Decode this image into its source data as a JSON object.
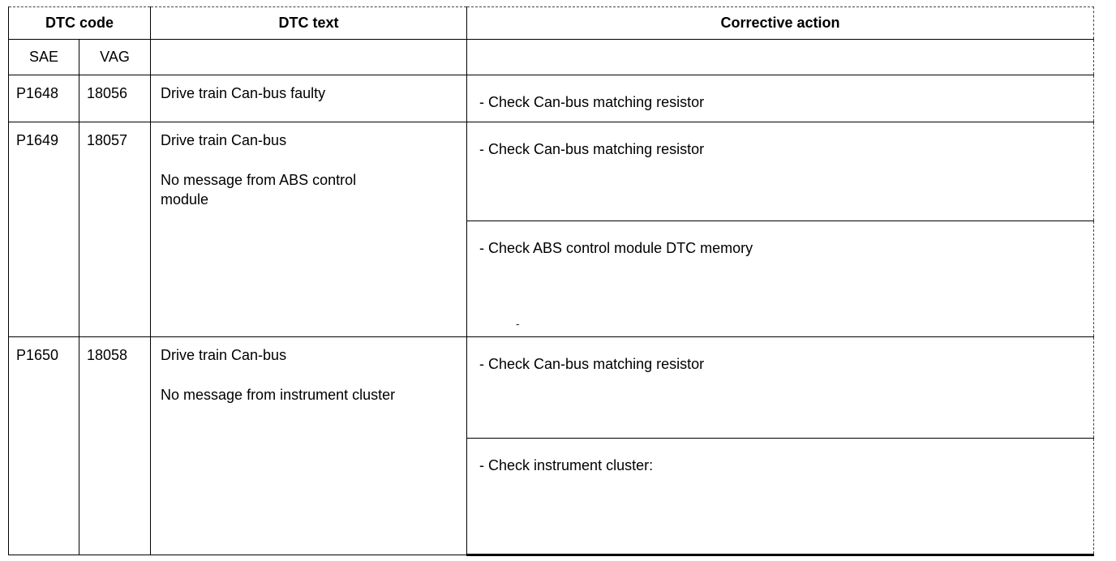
{
  "table": {
    "headers": {
      "dtc_code": "DTC code",
      "sae": "SAE",
      "vag": "VAG",
      "dtc_text": "DTC text",
      "corrective_action": "Corrective action"
    },
    "rows": [
      {
        "sae": "P1648",
        "vag": "18056",
        "text_lines": [
          "Drive train Can-bus faulty"
        ],
        "actions": [
          "- Check Can-bus matching resistor"
        ]
      },
      {
        "sae": "P1649",
        "vag": "18057",
        "text_lines": [
          "Drive train Can-bus",
          "No message from ABS control module"
        ],
        "actions": [
          "- Check Can-bus matching resistor",
          "- Check ABS control module DTC memory"
        ],
        "stray_mark": "-"
      },
      {
        "sae": "P1650",
        "vag": "18058",
        "text_lines": [
          "Drive train Can-bus",
          "No message from instrument cluster"
        ],
        "actions": [
          "- Check Can-bus matching resistor",
          "- Check instrument cluster:"
        ]
      }
    ]
  }
}
